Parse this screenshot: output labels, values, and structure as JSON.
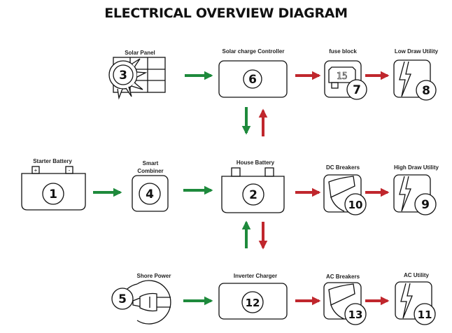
{
  "title": "ELECTRICAL OVERVIEW DIAGRAM",
  "colors": {
    "green_arrow": "#1e8a3c",
    "red_arrow": "#c0272d",
    "stroke": "#111111"
  },
  "nodes": {
    "solar_panel": {
      "label": "Solar Panel",
      "number": "3",
      "icon": "solar-panel-icon"
    },
    "solar_charge_controller": {
      "label": "Solar charge Controller",
      "number": "6",
      "icon": "controller-box-icon"
    },
    "fuse_block": {
      "label": "fuse block",
      "number": "7",
      "icon": "fuse-icon",
      "fuse_text": "15"
    },
    "low_draw_utility": {
      "label": "Low Draw Utility",
      "number": "8",
      "icon": "lightning-icon"
    },
    "starter_battery": {
      "label": "Starter Battery",
      "number": "1",
      "icon": "battery-icon",
      "terminal_pos": "+",
      "terminal_neg": "-"
    },
    "smart_combiner": {
      "label": "Smart Combiner",
      "label_line1": "Smart",
      "label_line2": "Combiner",
      "number": "4",
      "icon": "combiner-box-icon"
    },
    "house_battery": {
      "label": "House Battery",
      "number": "2",
      "icon": "battery-icon"
    },
    "dc_breakers": {
      "label": "DC Breakers",
      "number": "10",
      "icon": "breaker-icon"
    },
    "high_draw_utility": {
      "label": "High Draw Utility",
      "number": "9",
      "icon": "lightning-icon"
    },
    "shore_power": {
      "label": "Shore Power",
      "number": "5",
      "icon": "plug-icon"
    },
    "inverter_charger": {
      "label": "Inverter Charger",
      "number": "12",
      "icon": "inverter-box-icon"
    },
    "ac_breakers": {
      "label": "AC Breakers",
      "number": "13",
      "icon": "breaker-icon"
    },
    "ac_utility": {
      "label": "AC Utility",
      "number": "11",
      "icon": "lightning-icon"
    }
  },
  "connections": [
    {
      "from": "Solar Panel",
      "to": "Solar charge Controller",
      "color": "green"
    },
    {
      "from": "Solar charge Controller",
      "to": "fuse block",
      "color": "red"
    },
    {
      "from": "fuse block",
      "to": "Low Draw Utility",
      "color": "red"
    },
    {
      "from": "Solar charge Controller",
      "to": "House Battery",
      "color": "green"
    },
    {
      "from": "House Battery",
      "to": "Solar charge Controller",
      "color": "red"
    },
    {
      "from": "Starter Battery",
      "to": "Smart Combiner",
      "color": "green"
    },
    {
      "from": "Smart Combiner",
      "to": "House Battery",
      "color": "green"
    },
    {
      "from": "House Battery",
      "to": "DC Breakers",
      "color": "red"
    },
    {
      "from": "DC Breakers",
      "to": "High Draw Utility",
      "color": "red"
    },
    {
      "from": "Inverter Charger",
      "to": "House Battery",
      "color": "green"
    },
    {
      "from": "House Battery",
      "to": "Inverter Charger",
      "color": "red"
    },
    {
      "from": "Shore Power",
      "to": "Inverter Charger",
      "color": "green"
    },
    {
      "from": "Inverter Charger",
      "to": "AC Breakers",
      "color": "red"
    },
    {
      "from": "AC Breakers",
      "to": "AC Utility",
      "color": "red"
    }
  ]
}
